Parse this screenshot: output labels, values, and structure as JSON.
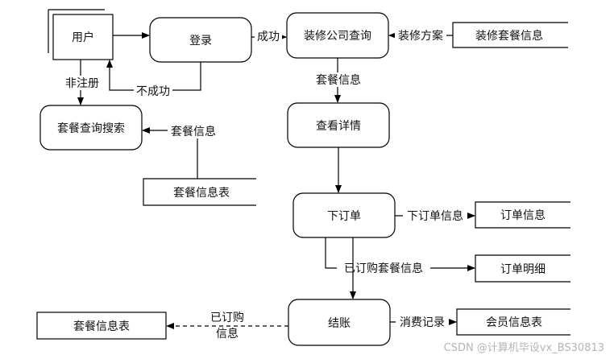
{
  "nodes": {
    "user": "用户",
    "login": "登录",
    "company_query": "装修公司查询",
    "package_search": "套餐查询搜索",
    "view_details": "查看详情",
    "place_order": "下订单",
    "checkout": "结账"
  },
  "stores": {
    "package_info_top": "装修套餐信息",
    "package_table_mid": "套餐信息表",
    "order_info": "订单信息",
    "order_detail": "订单明细",
    "member_table": "会员信息表",
    "package_table_bottom": "套餐信息表"
  },
  "flows": {
    "success": "成功",
    "not_registered": "非注册",
    "failure": "不成功",
    "plan": "装修方案",
    "package_info_a": "套餐信息",
    "package_info_b": "套餐信息",
    "order_info": "下订单信息",
    "ordered_package_info": "已订购套餐信息",
    "consume_record": "消费记录",
    "ordered_line1": "已订购",
    "ordered_line2": "信息"
  },
  "watermark": "CSDN @计算机毕设vx_BS30813"
}
